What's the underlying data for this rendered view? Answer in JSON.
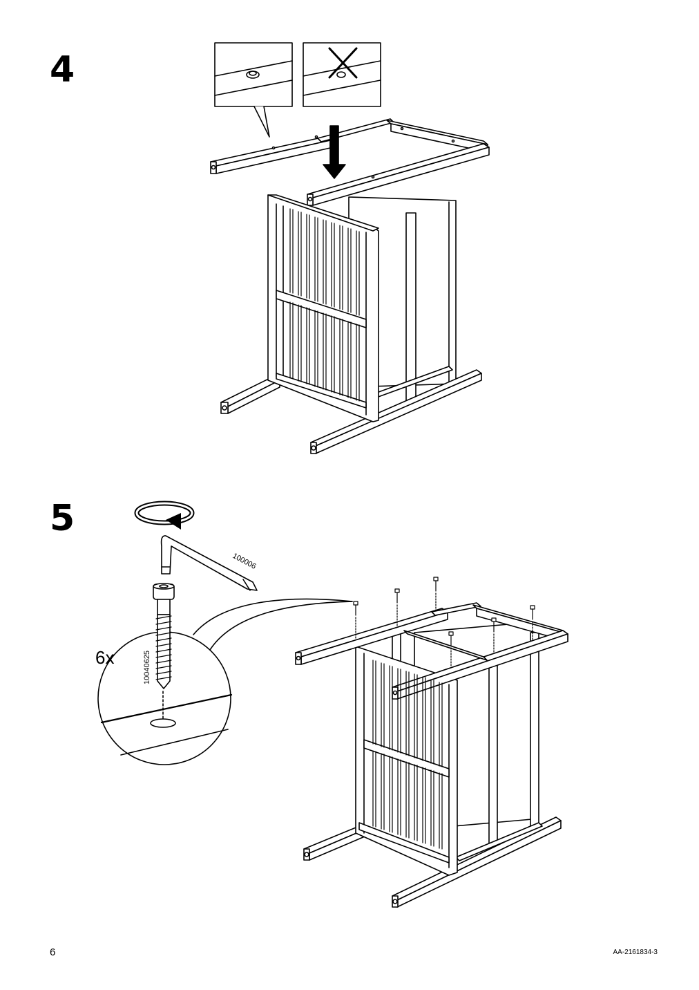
{
  "steps": [
    {
      "number": "4"
    },
    {
      "number": "5",
      "quantity": "6x",
      "screw_part_no": "10040625",
      "key_part_no": "100006"
    }
  ],
  "footer": {
    "page_number": "6",
    "document_code": "AA-2161834-3"
  },
  "icons": [
    "correct-hole-detail-icon",
    "wrong-hole-cross-icon",
    "down-arrow-icon",
    "rotate-clockwise-icon",
    "allen-key-icon",
    "screw-icon"
  ]
}
